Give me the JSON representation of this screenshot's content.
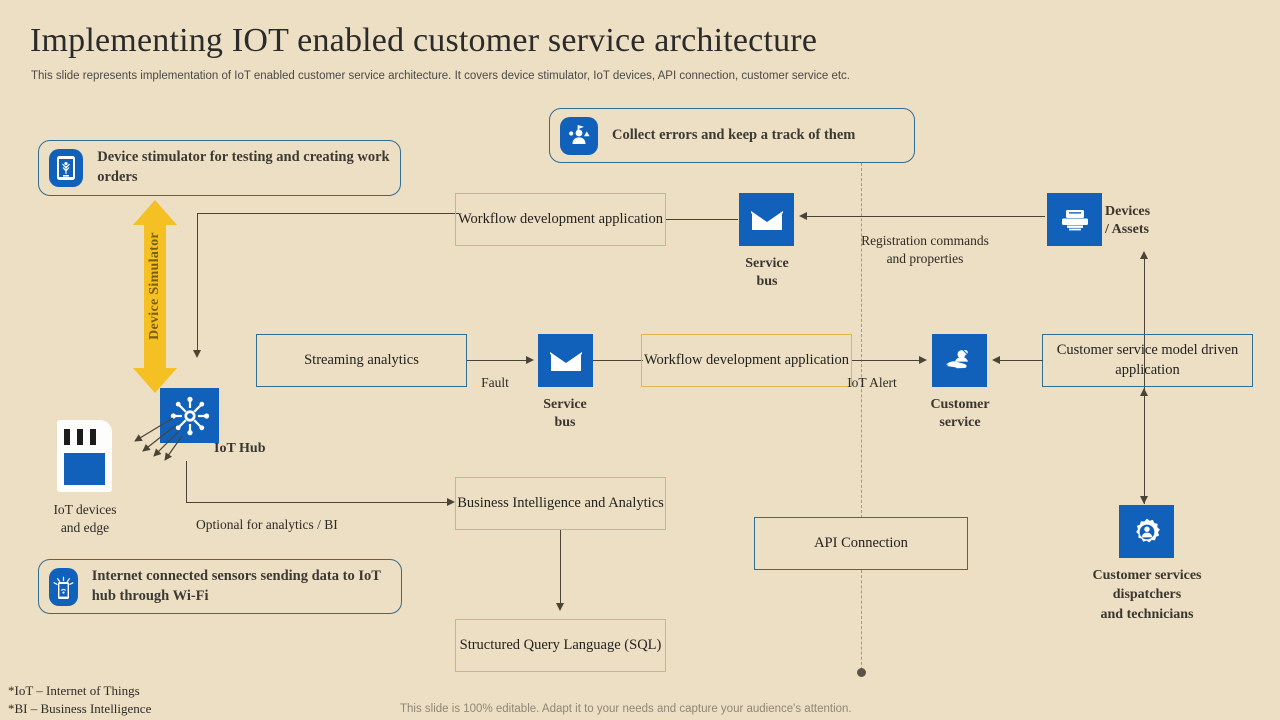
{
  "header": {
    "title": "Implementing IOT enabled customer service architecture",
    "subtitle": "This slide represents implementation of IoT enabled customer service architecture. It covers device stimulator, IoT devices, API connection, customer service etc."
  },
  "callouts": {
    "device_stimulator": {
      "text": "Device stimulator  for testing and creating work orders",
      "icon": "mobile-device-icon"
    },
    "collect_errors": {
      "text": "Collect errors  and keep a track of them",
      "icon": "error-collection-icon"
    },
    "internet_sensors": {
      "text": "Internet connected sensors sending data to IoT hub through  Wi-Fi",
      "icon": "wifi-sensor-icon"
    }
  },
  "boxes": {
    "workflow_top": "Workflow development application",
    "workflow_mid": "Workflow development application",
    "streaming_analytics": "Streaming analytics",
    "customer_service_model": "Customer service model driven application",
    "business_intelligence": "Business Intelligence and Analytics",
    "sql": "Structured Query Language (SQL)",
    "api_connection": "API Connection"
  },
  "nodes": {
    "service_bus_top": {
      "label": "Service bus",
      "icon": "envelope-icon"
    },
    "service_bus_mid": {
      "label": "Service bus",
      "icon": "envelope-icon"
    },
    "iot_hub": {
      "label": "IoT Hub",
      "icon": "hub-icon"
    },
    "customer_service": {
      "label": "Customer service",
      "icon": "service-hand-icon"
    },
    "devices_assets": {
      "label": "Devices / Assets",
      "icon": "server-icon"
    },
    "dispatchers": {
      "label": "Customer services dispatchers and technicians",
      "icon": "gear-person-icon"
    },
    "iot_devices_edge": {
      "label": "IoT devices and edge",
      "icon": "sd-card-icon"
    }
  },
  "edge_labels": {
    "device_simulator": "Device Simulator",
    "fault": "Fault",
    "iot_alert": "IoT Alert",
    "registration": "Registration  commands and properties",
    "optional_bi": "Optional  for  analytics  / BI"
  },
  "footnotes": {
    "iot": "*IoT – Internet of Things",
    "bi": "*BI – Business Intelligence",
    "editable": "This slide is 100% editable. Adapt it to your needs and capture your audience's attention."
  },
  "colors": {
    "background": "#ecdfc4",
    "accent_blue": "#1161bb",
    "border_blue": "#2f6d91",
    "border_gold": "#e3b44c",
    "arrow_yellow": "#f5c024",
    "line": "#4a4436"
  }
}
